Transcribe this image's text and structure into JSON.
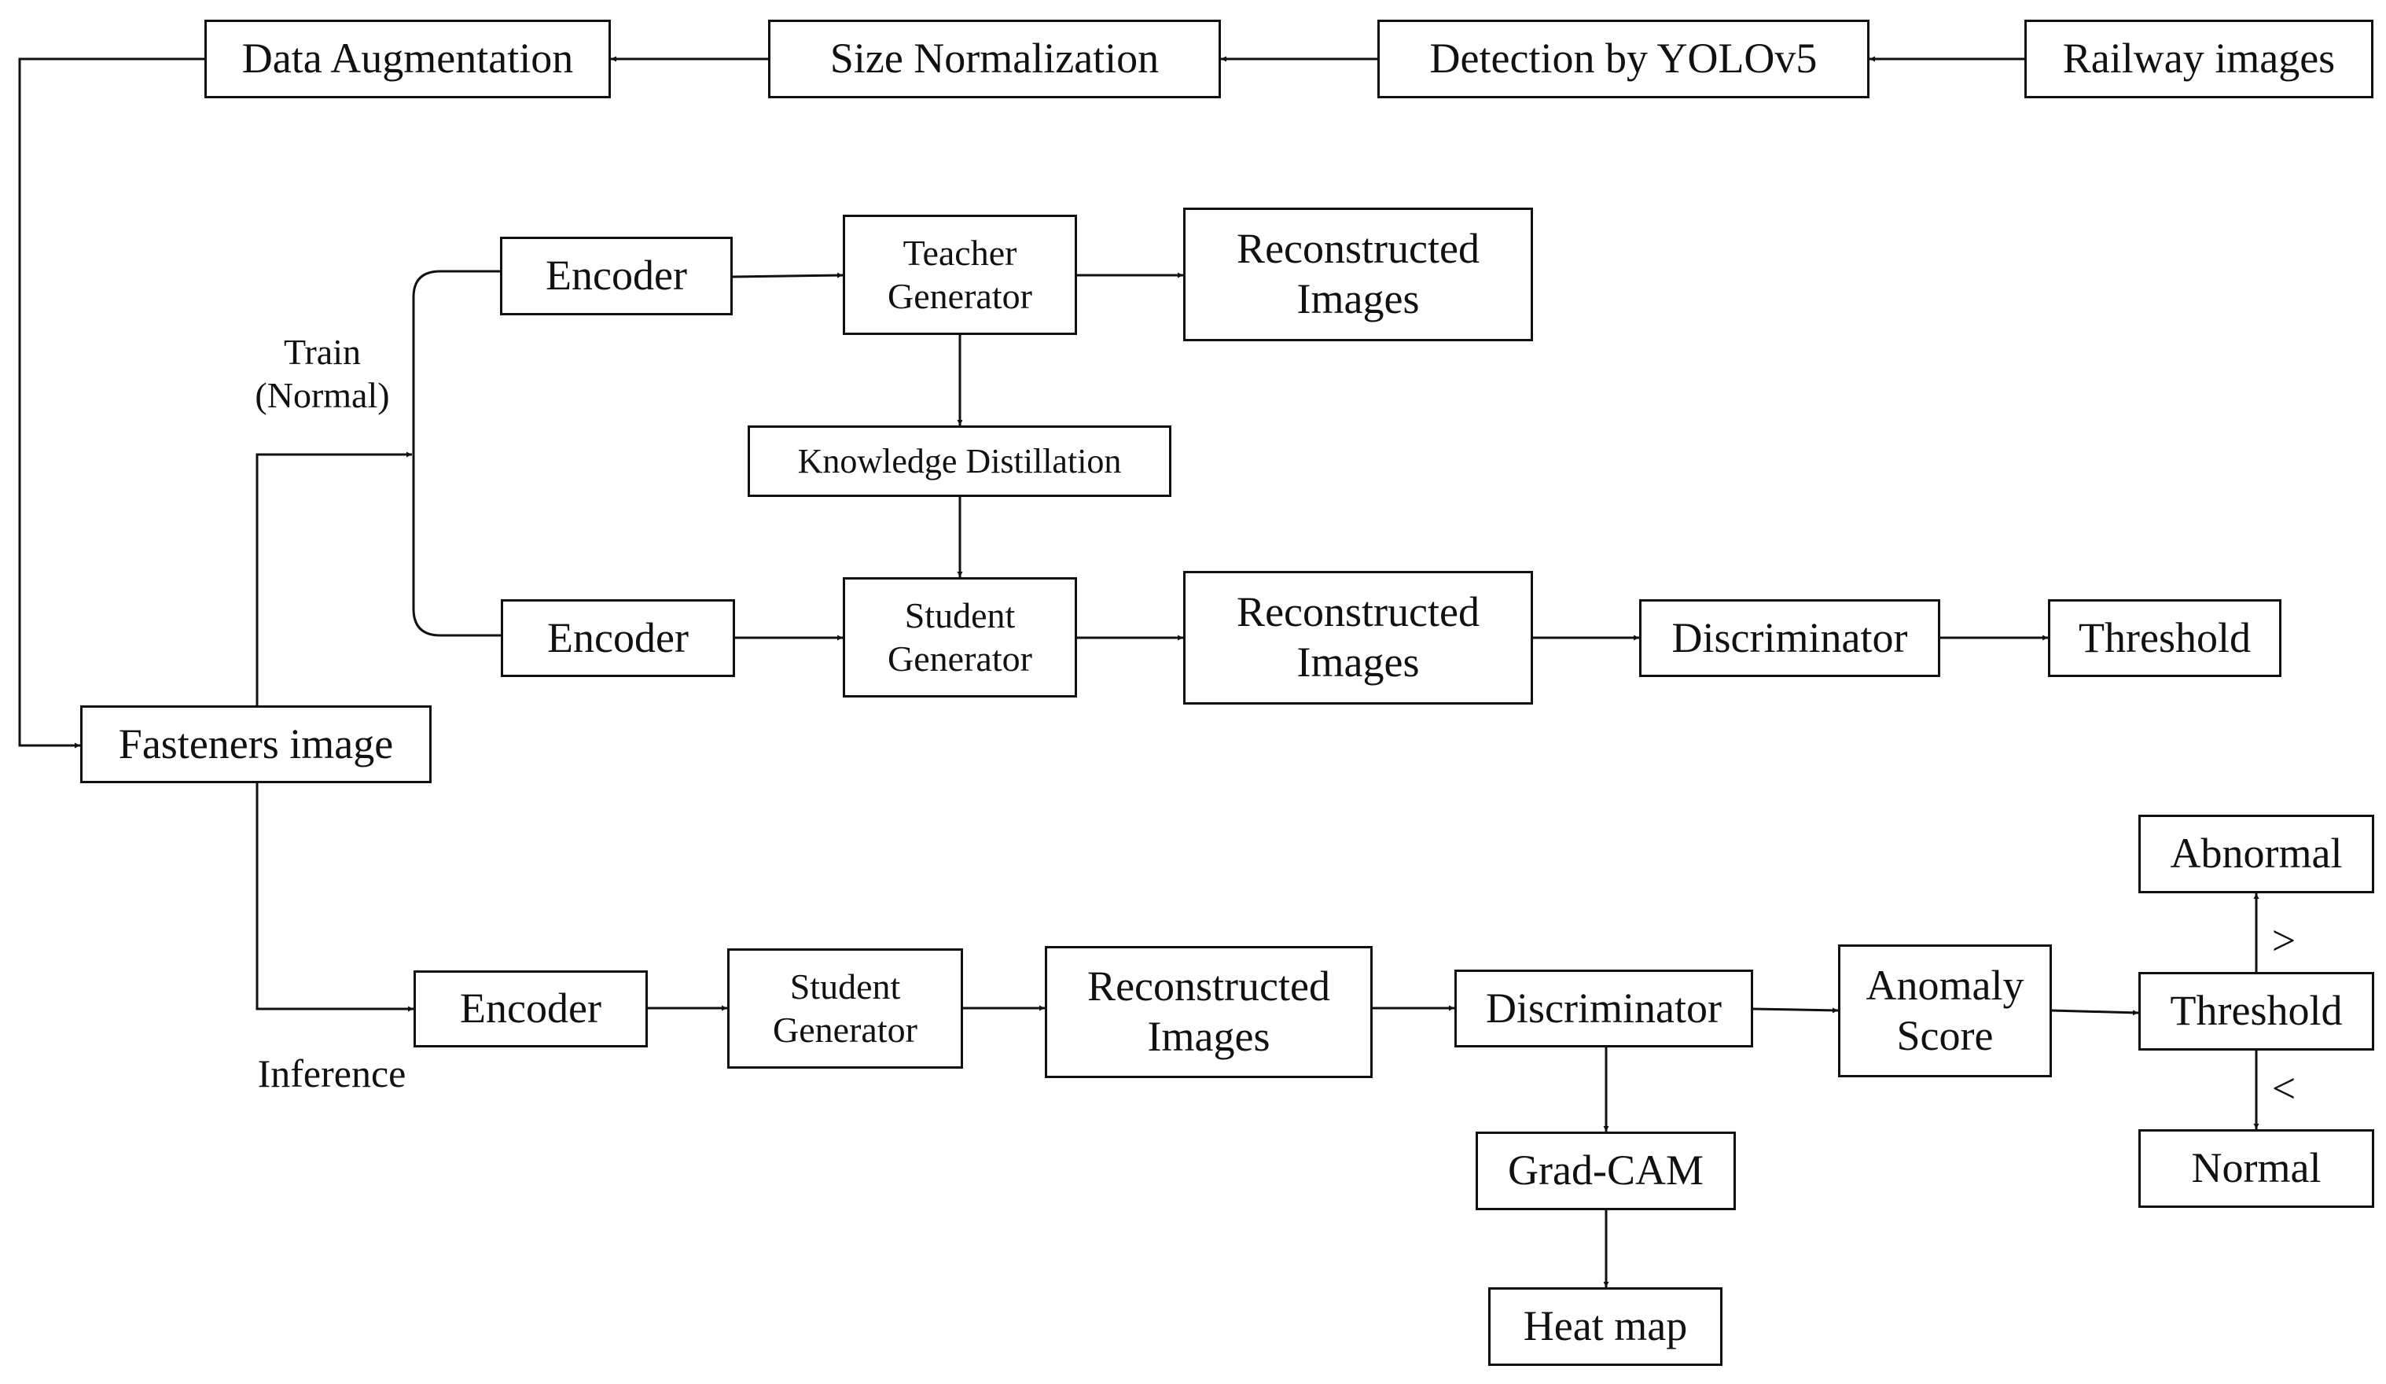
{
  "pipeline": {
    "railway_images": "Railway images",
    "detection": "Detection by YOLOv5",
    "size_normalization": "Size Normalization",
    "data_augmentation": "Data Augmentation",
    "fasteners_image": "Fasteners image"
  },
  "train": {
    "label_line1": "Train",
    "label_line2": "(Normal)",
    "teacher_encoder": "Encoder",
    "teacher_generator": [
      "Teacher",
      "Generator"
    ],
    "teacher_reconstructed": [
      "Reconstructed",
      "Images"
    ],
    "knowledge_distillation": "Knowledge Distillation",
    "student_encoder": "Encoder",
    "student_generator": [
      "Student",
      "Generator"
    ],
    "student_reconstructed": [
      "Reconstructed",
      "Images"
    ],
    "discriminator": "Discriminator",
    "threshold": "Threshold"
  },
  "inference": {
    "label": "Inference",
    "encoder": "Encoder",
    "student_generator": [
      "Student",
      "Generator"
    ],
    "reconstructed": [
      "Reconstructed",
      "Images"
    ],
    "discriminator": "Discriminator",
    "anomaly_score": [
      "Anomaly",
      "Score"
    ],
    "threshold": "Threshold",
    "abnormal": "Abnormal",
    "normal": "Normal",
    "greater_sign": ">",
    "less_sign": "<",
    "grad_cam": "Grad-CAM",
    "heat_map": "Heat map"
  }
}
